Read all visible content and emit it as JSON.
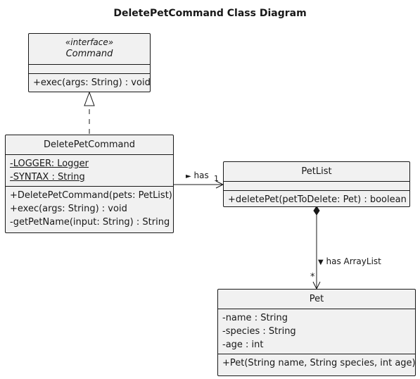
{
  "title": "DeletePetCommand Class Diagram",
  "classes": {
    "command": {
      "stereotype": "«interface»",
      "name": "Command",
      "fields": [],
      "methods": [
        "+exec(args: String) : void"
      ]
    },
    "deletePetCommand": {
      "name": "DeletePetCommand",
      "fields": [
        "-LOGGER: Logger",
        "-SYNTAX : String"
      ],
      "methods": [
        "+DeletePetCommand(pets: PetList)",
        "+exec(args: String) : void",
        "-getPetName(input: String) : String"
      ]
    },
    "petList": {
      "name": "PetList",
      "fields": [],
      "methods": [
        "+deletePet(petToDelete: Pet) : boolean"
      ]
    },
    "pet": {
      "name": "Pet",
      "fields": [
        "-name : String",
        "-species : String",
        "-age : int"
      ],
      "methods": [
        "+Pet(String name, String species, int age)"
      ]
    }
  },
  "relations": {
    "has": {
      "label": "has",
      "arrow": "►",
      "multiplicity": "1"
    },
    "hasArrayList": {
      "label": "has ArrayList",
      "arrow": "▼",
      "multiplicity": "*"
    }
  }
}
